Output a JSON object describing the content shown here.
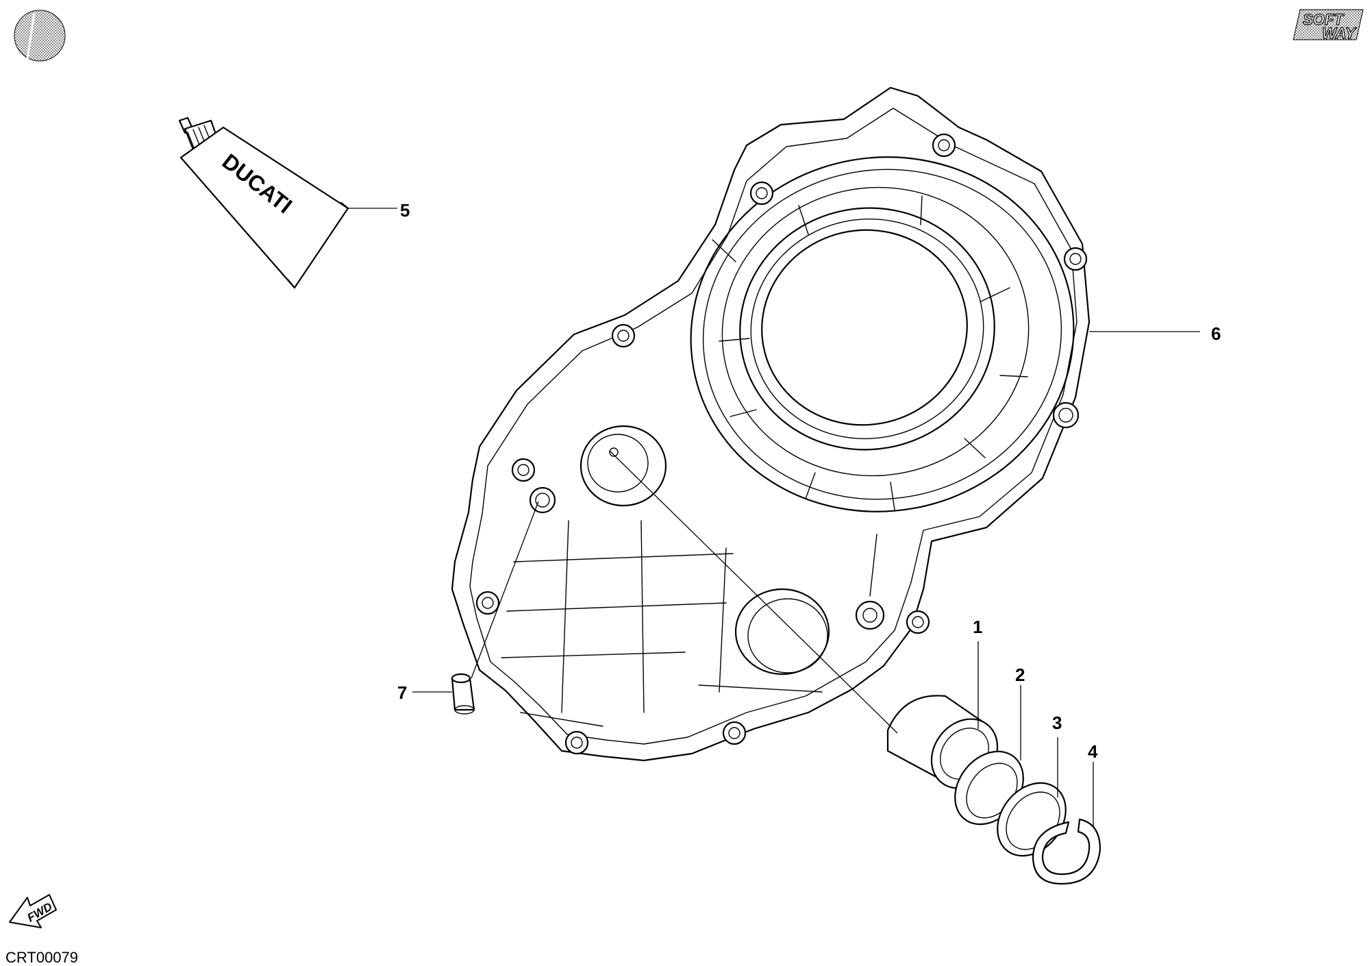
{
  "diagram_code": "CRT00079",
  "brand_logo": {
    "line1": "SOFT",
    "line2": "WAY"
  },
  "forward_marker": "FWD",
  "tube_label": "DUCATI",
  "callouts": [
    {
      "id": "1",
      "label": "1"
    },
    {
      "id": "2",
      "label": "2"
    },
    {
      "id": "3",
      "label": "3"
    },
    {
      "id": "4",
      "label": "4"
    },
    {
      "id": "5",
      "label": "5"
    },
    {
      "id": "6",
      "label": "6"
    },
    {
      "id": "7",
      "label": "7"
    }
  ],
  "colors": {
    "line": "#000000",
    "background": "#ffffff"
  }
}
